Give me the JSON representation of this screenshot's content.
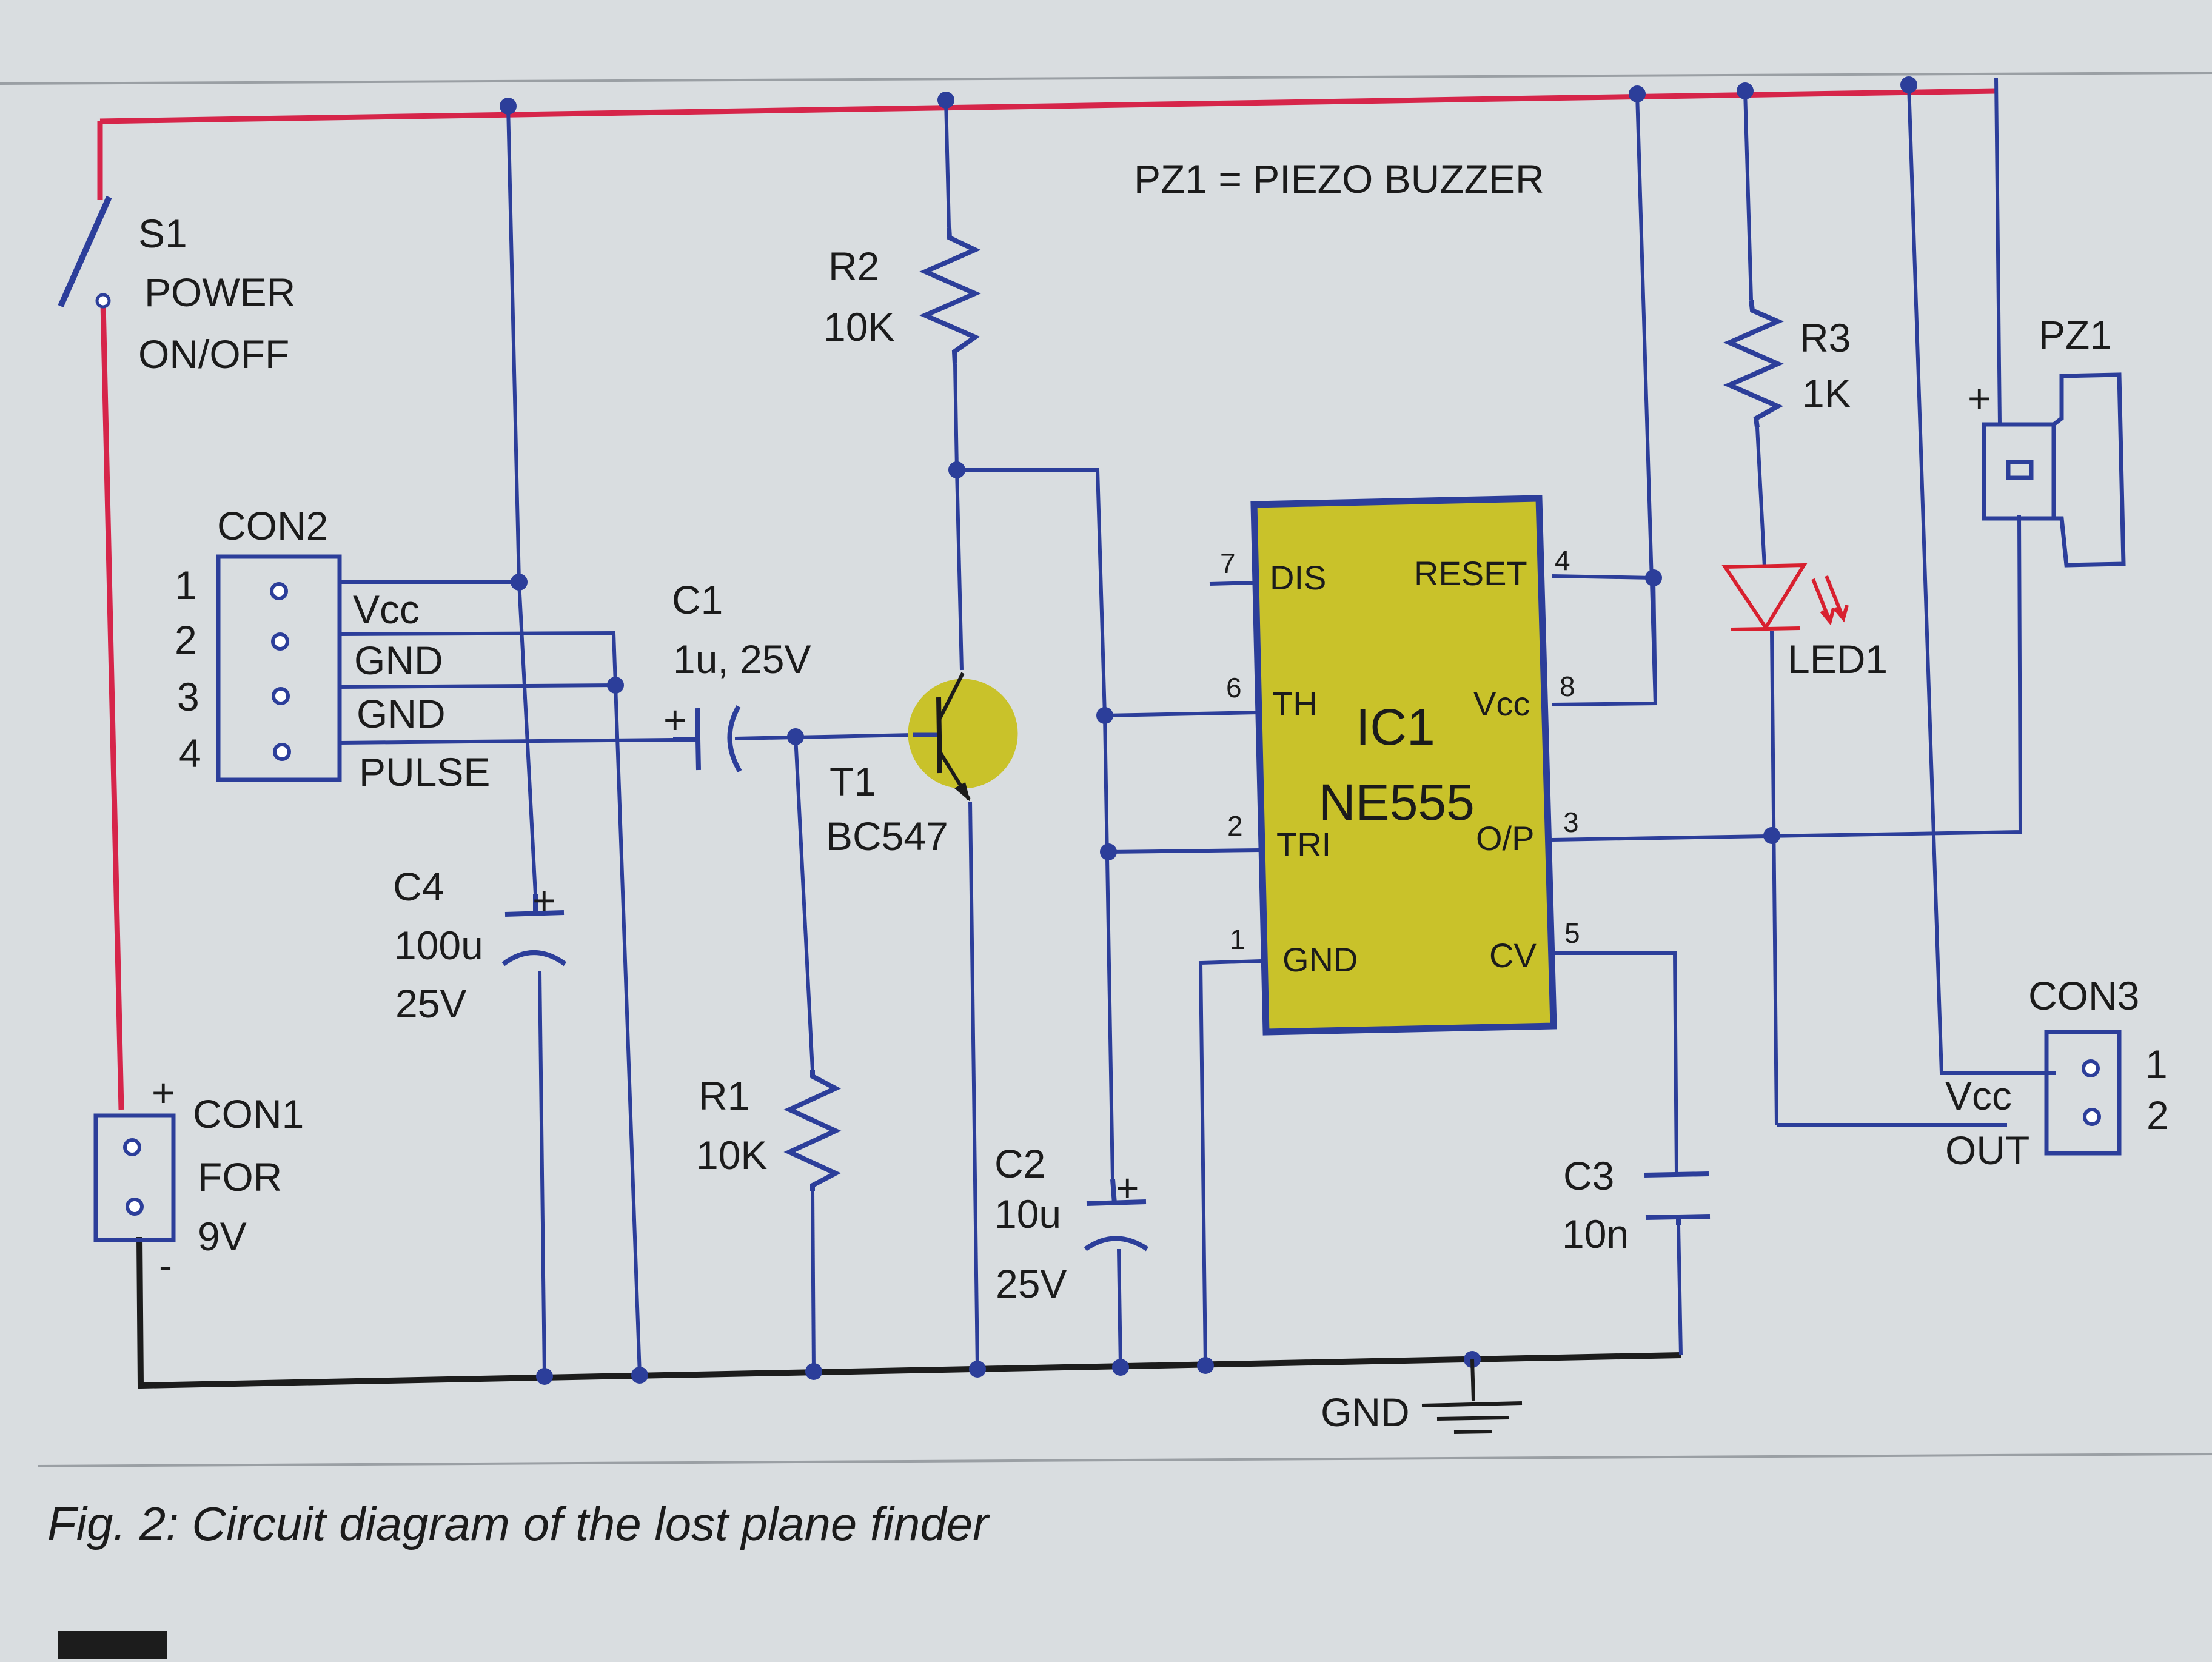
{
  "caption": "Fig. 2: Circuit diagram of the lost plane finder",
  "note": "PZ1 = PIEZO BUZZER",
  "colors": {
    "power_wire": "#d6254a",
    "signal_wire": "#2c3e9a",
    "ground_wire": "#1c1c1c",
    "ic_fill": "#c9c22a",
    "led": "#d8202f",
    "background": "#d9dde0"
  },
  "switch": {
    "ref": "S1",
    "line1": "POWER",
    "line2": "ON/OFF"
  },
  "con1": {
    "ref": "CON1",
    "line1": "FOR",
    "line2": "9V",
    "plus": "+",
    "minus": "-"
  },
  "con2": {
    "ref": "CON2",
    "pins": [
      "1",
      "2",
      "3",
      "4"
    ],
    "signals": [
      "Vcc",
      "GND",
      "GND",
      "PULSE"
    ]
  },
  "con3": {
    "ref": "CON3",
    "pins": [
      "1",
      "2"
    ],
    "signals": [
      "Vcc",
      "OUT"
    ]
  },
  "c1": {
    "ref": "C1",
    "value": "1u, 25V",
    "plus": "+"
  },
  "c2": {
    "ref": "C2",
    "value": "10u",
    "voltage": "25V",
    "plus": "+"
  },
  "c3": {
    "ref": "C3",
    "value": "10n"
  },
  "c4": {
    "ref": "C4",
    "value": "100u",
    "voltage": "25V",
    "plus": "+"
  },
  "r1": {
    "ref": "R1",
    "value": "10K"
  },
  "r2": {
    "ref": "R2",
    "value": "10K"
  },
  "r3": {
    "ref": "R3",
    "value": "1K"
  },
  "t1": {
    "ref": "T1",
    "part": "BC547"
  },
  "led1": {
    "ref": "LED1"
  },
  "pz1": {
    "ref": "PZ1",
    "plus": "+"
  },
  "ic1": {
    "ref": "IC1",
    "part": "NE555",
    "pin_names": {
      "dis": "DIS",
      "reset": "RESET",
      "th": "TH",
      "vcc": "Vcc",
      "tri": "TRI",
      "op": "O/P",
      "gnd": "GND",
      "cv": "CV"
    },
    "pin_numbers": {
      "dis": "7",
      "reset": "4",
      "th": "6",
      "vcc": "8",
      "tri": "2",
      "op": "3",
      "gnd": "1",
      "cv": "5"
    }
  },
  "ground_label": "GND"
}
